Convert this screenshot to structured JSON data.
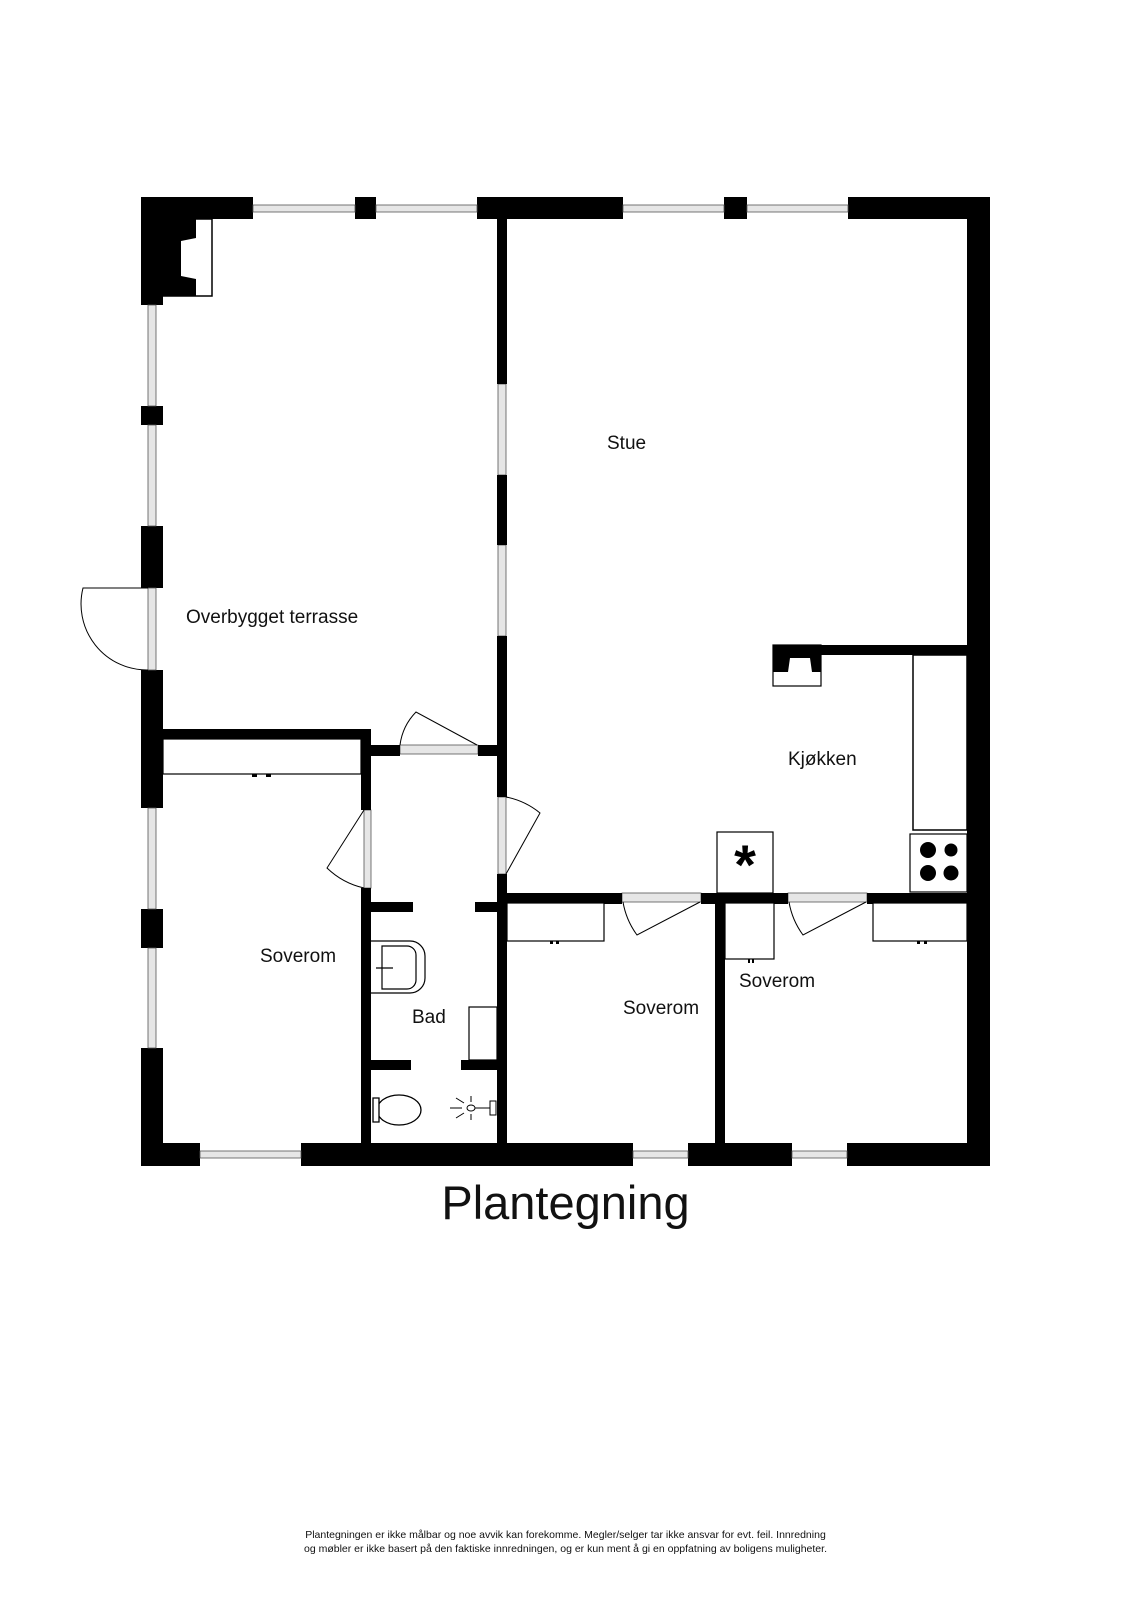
{
  "title": "Plantegning",
  "rooms": {
    "overbygget_terrasse": "Overbygget terrasse",
    "stue": "Stue",
    "kjokken": "Kjøkken",
    "soverom_left": "Soverom",
    "bad": "Bad",
    "soverom_middle": "Soverom",
    "soverom_right": "Soverom"
  },
  "disclaimer": {
    "line1": "Plantegningen er ikke målbar og noe avvik kan forekomme. Megler/selger tar ikke ansvar for evt. feil. Innredning",
    "line2": "og møbler er ikke basert på den faktiske innredningen, og er kun ment å gi en oppfatning av boligens muligheter."
  },
  "colors": {
    "wall": "#000000",
    "background": "#ffffff",
    "window_fill": "#e6e6e6"
  }
}
